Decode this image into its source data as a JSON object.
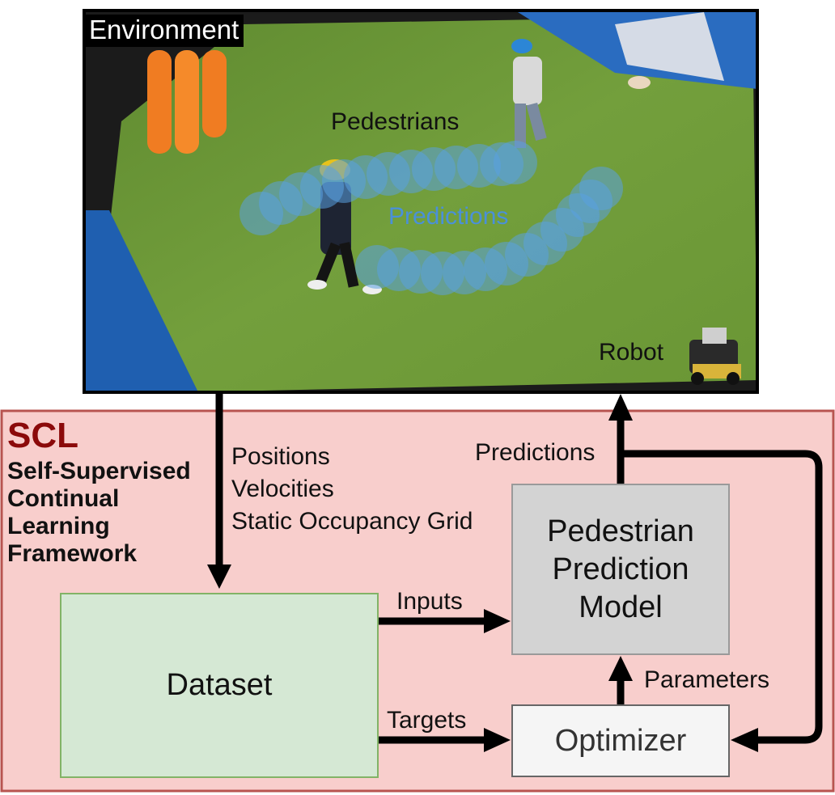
{
  "environment": {
    "label": "Environment",
    "pedestrians_label": "Pedestrians",
    "predictions_label": "Predictions",
    "robot_label": "Robot"
  },
  "scl": {
    "title": "SCL",
    "subtitle": "Self-Supervised Continual Learning Framework"
  },
  "observations": [
    "Positions",
    "Velocities",
    "Static Occupancy Grid"
  ],
  "predictions_output_label": "Predictions",
  "boxes": {
    "dataset": "Dataset",
    "model": "Pedestrian Prediction Model",
    "optimizer": "Optimizer"
  },
  "edges": {
    "inputs": "Inputs",
    "targets": "Targets",
    "parameters": "Parameters"
  },
  "colors": {
    "scl_background": "#f8cecc",
    "scl_border": "#b85450",
    "scl_title": "#8b0a0a",
    "dataset_fill": "#d5e8d4",
    "dataset_border": "#82b366",
    "model_fill": "#d3d3d3",
    "optimizer_fill": "#f5f5f5",
    "prediction_circles": "#5aa0e0",
    "turf": "#6f9a3a"
  }
}
